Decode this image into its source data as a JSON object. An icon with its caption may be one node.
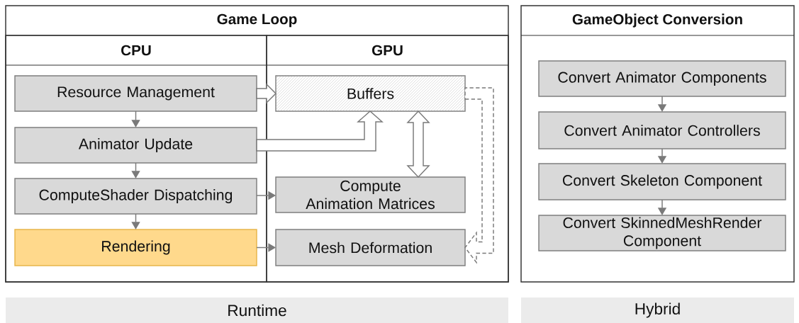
{
  "diagram": {
    "nodes": [
      {
        "text": [
          "Game Loop"
        ]
      },
      {
        "text": [
          "CPU"
        ],
        "in": 0
      },
      {
        "text": [
          "GPU"
        ],
        "in": 0
      },
      {
        "text": [
          "Resource Management"
        ],
        "in": 1
      },
      {
        "text": [
          "Animator Update"
        ],
        "in": 1
      },
      {
        "text": [
          "ComputeShader Dispatching"
        ],
        "in": 1
      },
      {
        "text": [
          "Rendering"
        ],
        "in": 1
      },
      {
        "text": [
          "Buffers"
        ],
        "in": 2
      },
      {
        "text": [
          "Compute Animation Matrices"
        ],
        "in": 2
      },
      {
        "text": [
          "Mesh Deformation"
        ],
        "in": 2
      },
      {
        "text": [
          "GameObject Conversion"
        ]
      },
      {
        "text": [
          "Convert Animator Components"
        ],
        "in": 10
      },
      {
        "text": [
          "Convert Animator Controllers"
        ],
        "in": 10
      },
      {
        "text": [
          "Convert Skeleton Component"
        ],
        "in": 10
      },
      {
        "text": [
          "Convert SkinnedMeshRender Component"
        ],
        "in": 10
      },
      {
        "text": [
          "Runtime"
        ]
      },
      {
        "text": [
          "Hybrid"
        ]
      }
    ],
    "edges": [
      {
        "from": 3,
        "to": 4,
        "arrow": "to"
      },
      {
        "from": 4,
        "to": 5,
        "arrow": "to"
      },
      {
        "from": 5,
        "to": 6,
        "arrow": "to"
      },
      {
        "from": 3,
        "to": 7,
        "arrow": "to",
        "style": "thick"
      },
      {
        "from": 4,
        "to": 7,
        "arrow": "to",
        "style": "thick"
      },
      {
        "from": 7,
        "to": 8,
        "arrow": "both",
        "style": "thick"
      },
      {
        "from": 5,
        "to": 8,
        "arrow": "to"
      },
      {
        "from": 6,
        "to": 9,
        "arrow": "to"
      },
      {
        "from": 7,
        "to": 9,
        "arrow": "to",
        "style": "dashed"
      },
      {
        "from": 11,
        "to": 12,
        "arrow": "to"
      },
      {
        "from": 12,
        "to": 13,
        "arrow": "to"
      },
      {
        "from": 13,
        "to": 14,
        "arrow": "to"
      }
    ]
  }
}
